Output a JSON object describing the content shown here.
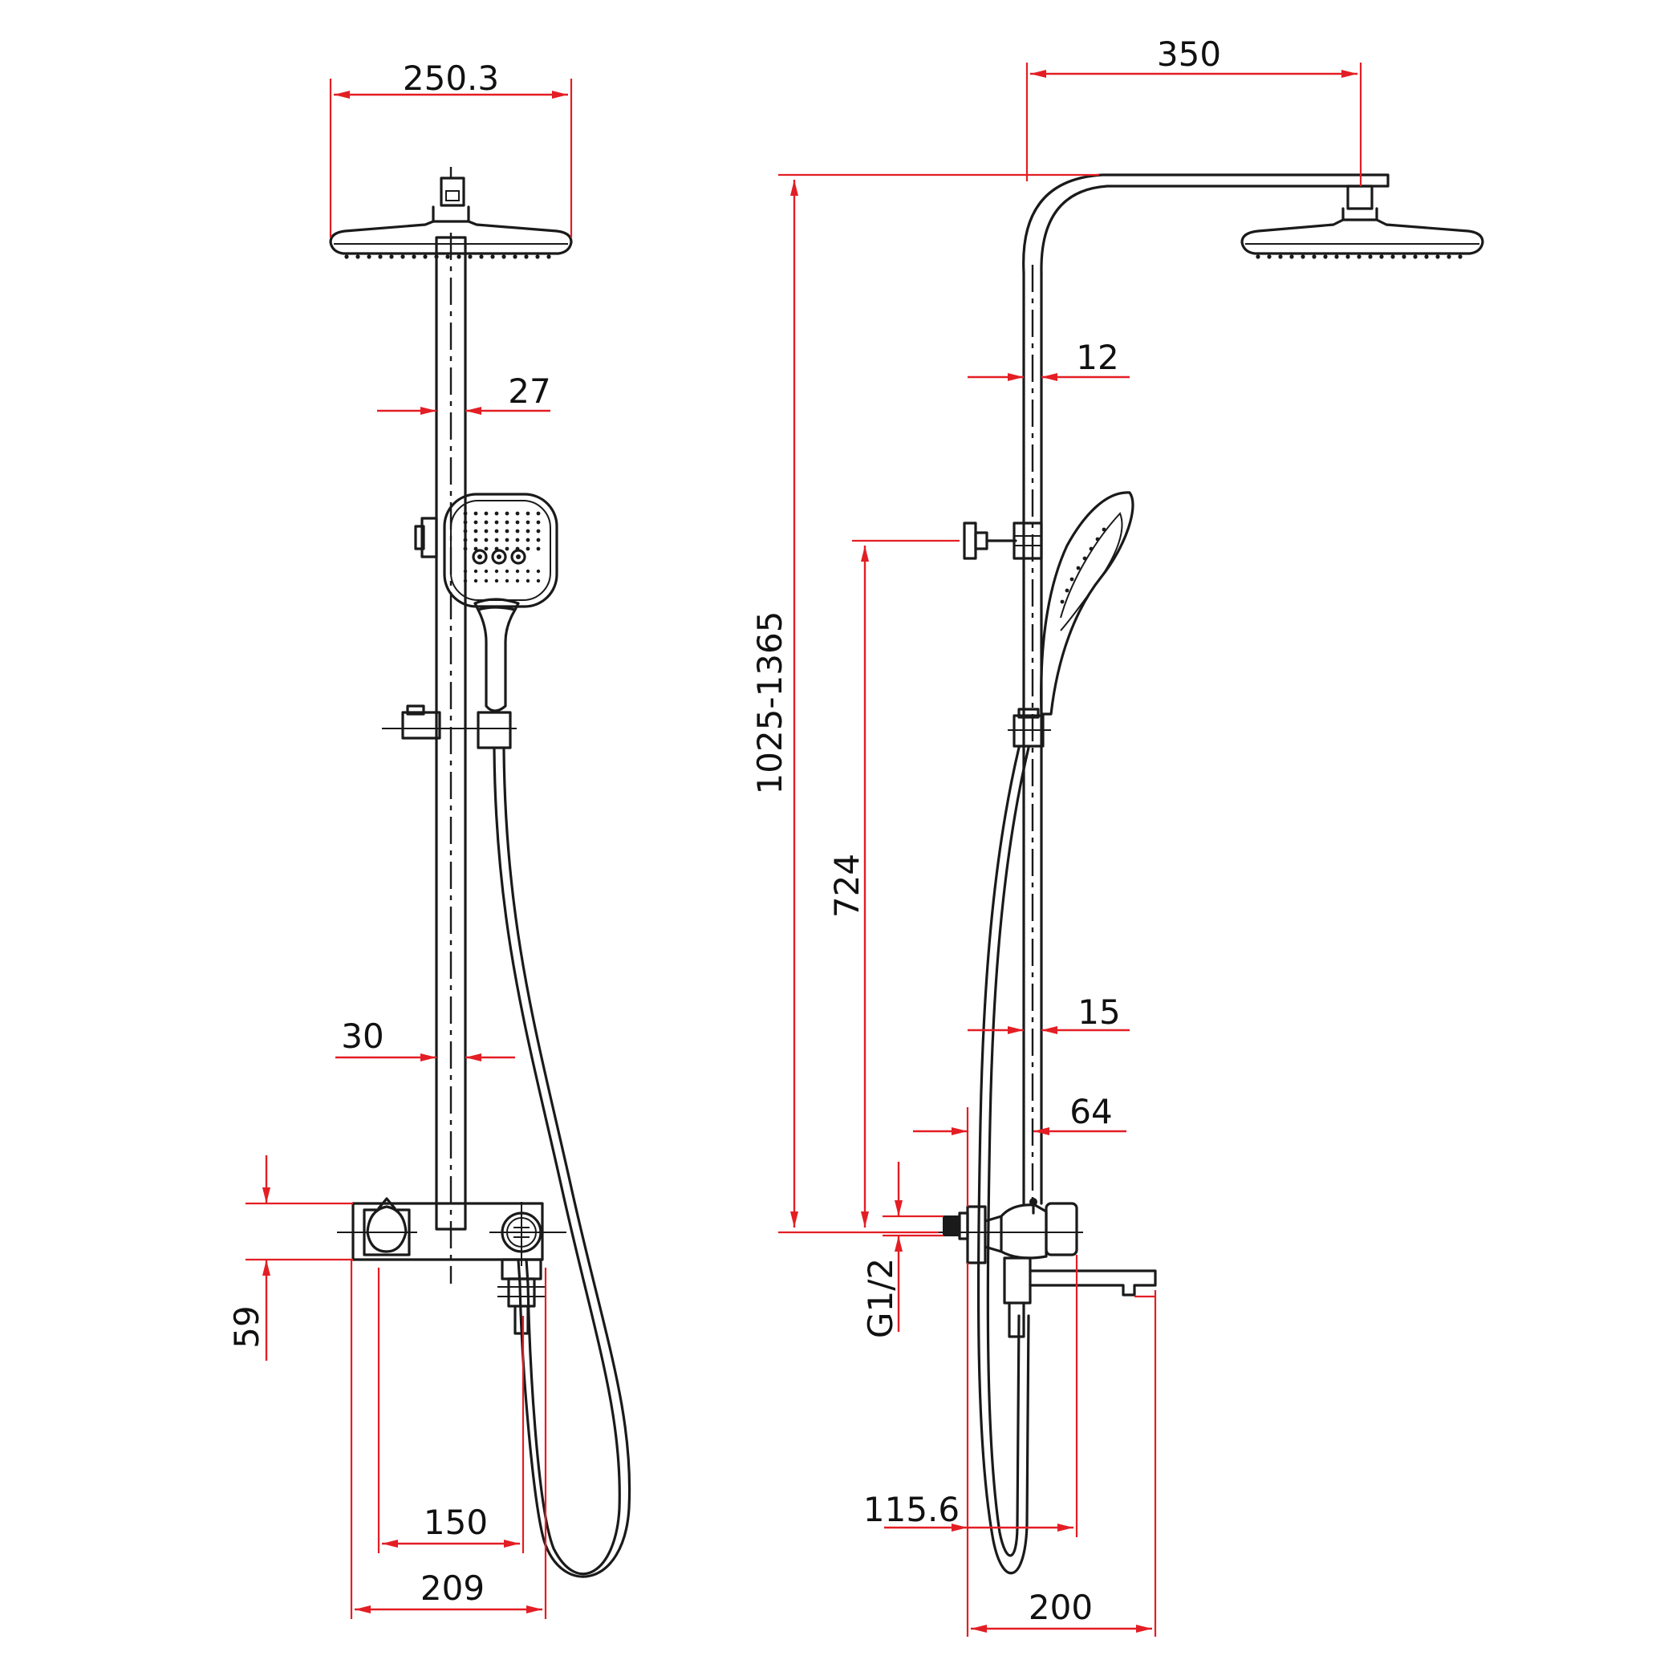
{
  "colors": {
    "dimension_line": "#e31e24",
    "object_line": "#1a1a1a",
    "background": "#ffffff"
  },
  "front_view": {
    "head_width": "250.3",
    "rail_width": "27",
    "rail_offset": "30",
    "mixer_height": "59",
    "inlet_spacing": "150",
    "mixer_width": "209"
  },
  "side_view": {
    "arm_projection": "350",
    "arm_pipe": "12",
    "total_height": "1025-1365",
    "bracket_height": "724",
    "rail_pipe": "15",
    "wall_offset": "64",
    "inlet_thread": "G1/2",
    "mixer_depth": "115.6",
    "spout_projection": "200"
  }
}
